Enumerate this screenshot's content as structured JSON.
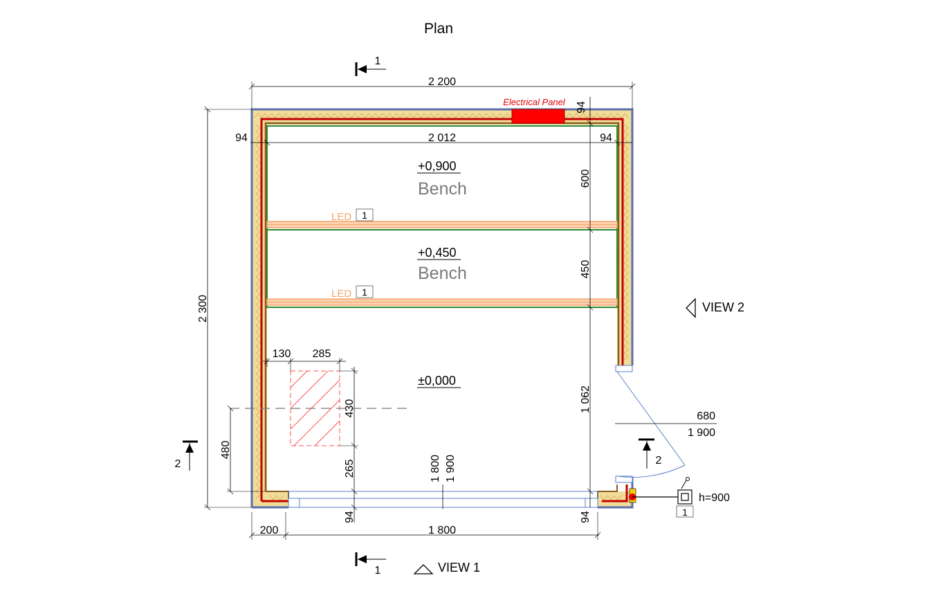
{
  "title": "Plan",
  "dims": {
    "overall_width": "2 200",
    "inner_width": "2 012",
    "overall_height": "2 300",
    "wall_left": "94",
    "wall_right": "94",
    "wall_top": "94",
    "upper_bench_depth": "600",
    "lower_bench_depth": "450",
    "floor_depth": "1 062",
    "heater_offset": "130",
    "heater_width": "285",
    "heater_depth": "430",
    "heater_from_front": "265",
    "heater_center_height": "480",
    "front_glass_height_1": "1 800",
    "front_glass_height_2": "1 900",
    "front_left_return": "200",
    "front_glass_width": "1 800",
    "front_wall_left": "94",
    "front_wall_right": "94",
    "door_width": "680",
    "door_height": "1 900"
  },
  "levels": {
    "upper": "+0,900",
    "middle": "+0,450",
    "floor": "±0,000"
  },
  "bench_label": "Bench",
  "led": {
    "label": "LED",
    "tag": "1"
  },
  "electrical_panel": "Electrical Panel",
  "sections": {
    "section1": "1",
    "section2": "2"
  },
  "views": {
    "view1": "VIEW 1",
    "view2": "VIEW 2"
  },
  "control": {
    "height": "h=900",
    "tag": "1"
  },
  "colors": {
    "outer_wall": "#5a6ea8",
    "red_line": "#c00000",
    "insulation": "#f2dc9a",
    "brown": "#8a5a1a",
    "bench_line": "#2d8a2d",
    "led": "#f4a46a",
    "panel": "#ff0000",
    "heater": "#ff5050",
    "glass": "#5a7fc8"
  }
}
